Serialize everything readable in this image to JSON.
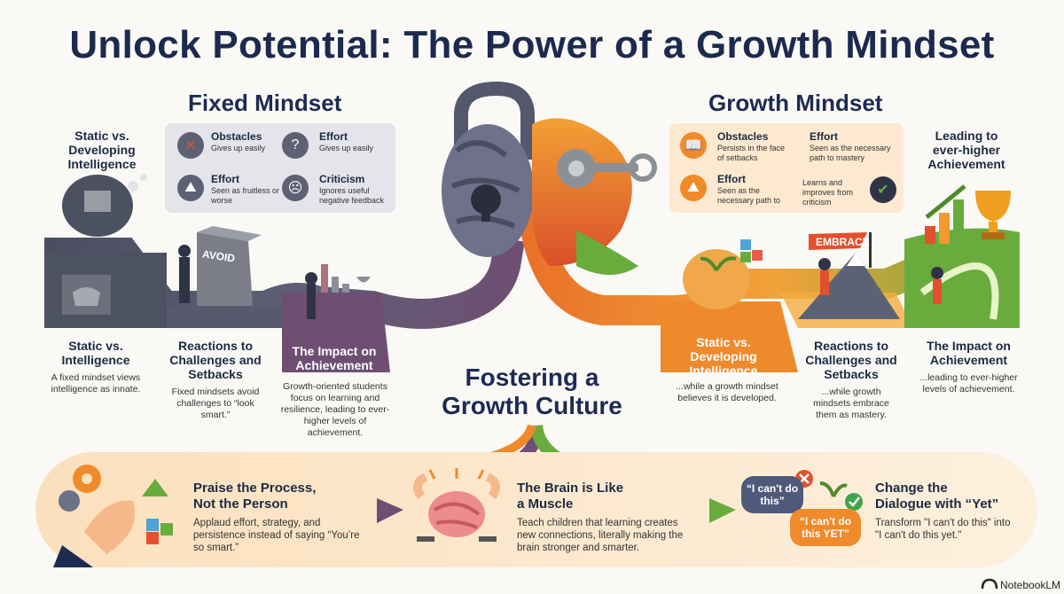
{
  "title": "Unlock Potential: The Power of a Growth Mindset",
  "fixed": {
    "heading": "Fixed Mindset",
    "panel": [
      {
        "title": "Obstacles",
        "desc": "Gives up easily",
        "icon": "blocked-person-icon"
      },
      {
        "title": "Effort",
        "desc": "Gives up easily",
        "icon": "question-person-icon"
      },
      {
        "title": "Effort",
        "desc": "Seen as fruitless or worse",
        "icon": "climbing-person-icon"
      },
      {
        "title": "Criticism",
        "desc": "Ignores useful negative feedback",
        "icon": "frowning-person-icon"
      }
    ],
    "top_label": "Static vs. Developing Intelligence",
    "wall_label": "AVOID",
    "steps": [
      {
        "heading": "Static vs. Intelligence",
        "desc": "A fixed mindset views intelligence as innate."
      },
      {
        "heading": "Reactions to Challenges and Setbacks",
        "desc": "Fixed mindsets avoid challenges to “look smart.”"
      },
      {
        "heading": "The Impact on Achievement",
        "desc": "Growth-oriented students focus on learning and resilience, leading to ever-higher levels of achievement."
      }
    ]
  },
  "growth": {
    "heading": "Growth Mindset",
    "panel": [
      {
        "title": "Obstacles",
        "desc": "Persists in the face of setbacks",
        "icon": "book-icon"
      },
      {
        "title": "Effort",
        "desc": "Seen as the necessary path to mastery",
        "icon": ""
      },
      {
        "title": "Effort",
        "desc": "Seen as the necessary path to",
        "icon": "climber-icon"
      },
      {
        "title": "",
        "desc": "Learns and improves from criticism",
        "icon": "writing-person-icon"
      }
    ],
    "top_label": "Leading to ever-higher Achievement",
    "flag_label": "EMBRACE",
    "steps": [
      {
        "heading": "Static vs. Developing Intelligence",
        "desc": "...while a growth mindset believes it is developed."
      },
      {
        "heading": "Reactions to Challenges and Setbacks",
        "desc": "...while growth mindsets embrace them as mastery."
      },
      {
        "heading": "The Impact on Achievement",
        "desc": "...leading to ever-higher levels of achievement."
      }
    ]
  },
  "fostering": {
    "heading_line1": "Fostering a",
    "heading_line2": "Growth Culture"
  },
  "banner": [
    {
      "title_line1": "Praise the Process,",
      "title_line2": "Not the Person",
      "desc": "Applaud effort, strategy, and persistence instead of saying “You’re so smart.”"
    },
    {
      "title_line1": "The Brain is Like",
      "title_line2": "a Muscle",
      "desc": "Teach children that learning creates new connections, literally making the brain stronger and smarter."
    },
    {
      "title_line1": "Change the",
      "title_line2": "Dialogue with “Yet”",
      "desc": "Transform \"I can't do this\" into \"I can't do this yet.\""
    }
  ],
  "bubbles": {
    "cant": "“I can't do this”",
    "cant_yet": "“I can't do this YET”"
  },
  "brand": "NotebookLM",
  "colors": {
    "navy": "#1d2b52",
    "fixed_gray": "#5d6173",
    "fixed_purple": "#6e4f73",
    "growth_orange": "#f08a2a",
    "growth_green": "#6aab3e",
    "panel_fixed": "#e4e4ea",
    "panel_growth": "#fde9cf"
  }
}
